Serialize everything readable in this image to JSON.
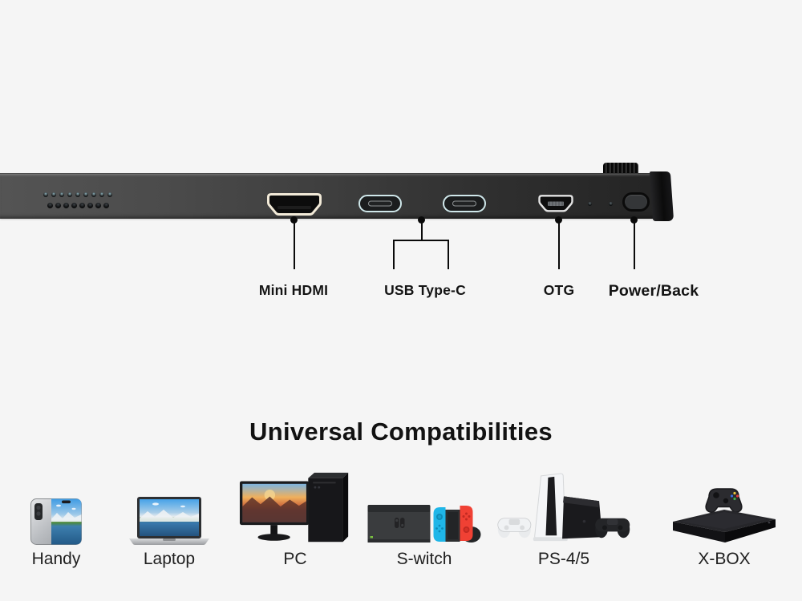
{
  "background_color": "#f5f5f5",
  "ports_section": {
    "device": "portable monitor edge",
    "ports": [
      {
        "icon": "mini-hdmi-port",
        "label": "Mini HDMI"
      },
      {
        "icon": "usb-type-c-ports",
        "label": "USB Type-C"
      },
      {
        "icon": "otg-port",
        "label": "OTG"
      },
      {
        "icon": "power-back-button",
        "label": "Power/Back"
      }
    ]
  },
  "compatibility_section": {
    "title": "Universal Compatibilities",
    "items": [
      {
        "icon": "smartphone-icon",
        "label": "Handy"
      },
      {
        "icon": "laptop-icon",
        "label": "Laptop"
      },
      {
        "icon": "desktop-pc-icon",
        "label": "PC"
      },
      {
        "icon": "nintendo-switch-icon",
        "label": "S-witch"
      },
      {
        "icon": "playstation-icon",
        "label": "PS-4/5"
      },
      {
        "icon": "xbox-icon",
        "label": "X-BOX"
      }
    ]
  },
  "colors": {
    "device_body_left": "#545454",
    "device_body_right": "#242424",
    "hdmi_outline": "#f2ead8",
    "usb_c_outline": "#cfe7ea",
    "otg_outline": "#e4e4e4",
    "callout_line": "#0a0a0a",
    "label_text": "#141414",
    "title_text": "#121212",
    "joycon_blue": "#1fb6e8",
    "joycon_red": "#f04134",
    "ps5_white": "#f4f5f7",
    "console_black": "#17171a"
  }
}
